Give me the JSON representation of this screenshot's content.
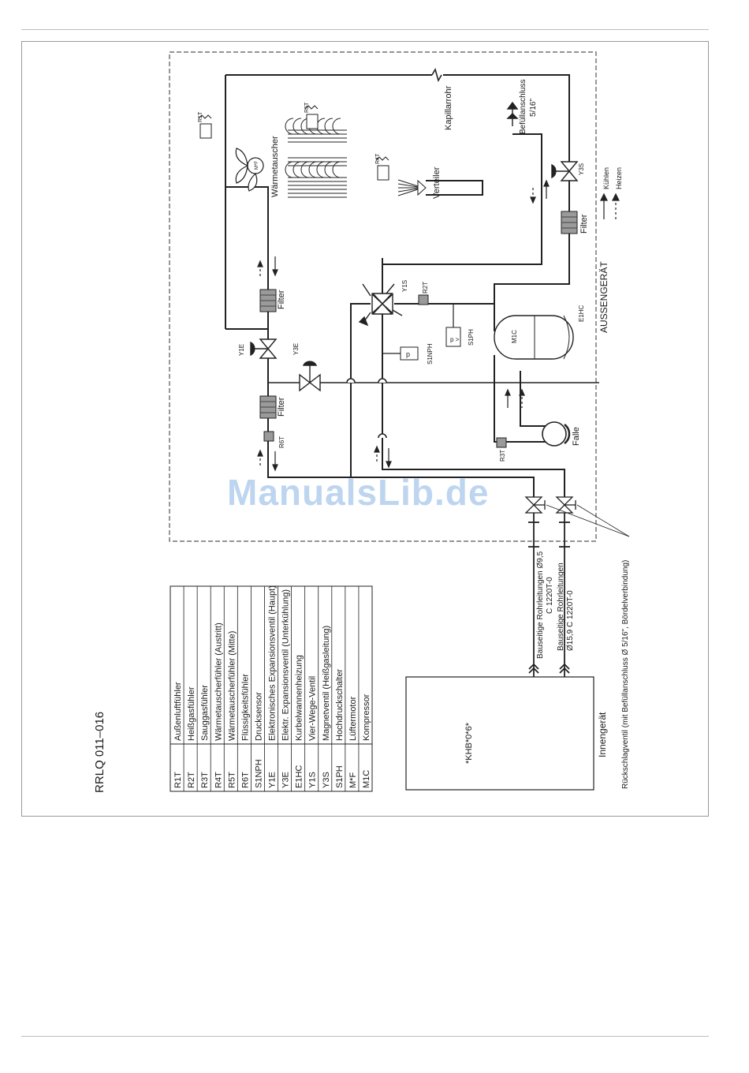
{
  "doc_code": "RRLQ 011–016",
  "legend": [
    {
      "code": "R1T",
      "desc": "Außenluftfühler"
    },
    {
      "code": "R2T",
      "desc": "Heißgasfühler"
    },
    {
      "code": "R3T",
      "desc": "Sauggasfühler"
    },
    {
      "code": "R4T",
      "desc": "Wärmetauscherfühler (Austritt)"
    },
    {
      "code": "R5T",
      "desc": "Wärmetauscherfühler (Mitte)"
    },
    {
      "code": "R6T",
      "desc": "Flüssigkeitsfühler"
    },
    {
      "code": "S1NPH",
      "desc": "Drucksensor"
    },
    {
      "code": "Y1E",
      "desc": "Elektronisches Expansionsventil (Haupt)"
    },
    {
      "code": "Y3E",
      "desc": "Elektr. Expansionsventil (Unterkühlung)"
    },
    {
      "code": "E1HC",
      "desc": "Kurbelwannenheizung"
    },
    {
      "code": "Y1S",
      "desc": "Vier-Wege-Ventil"
    },
    {
      "code": "Y3S",
      "desc": "Magnetventil (Heißgasleitung)"
    },
    {
      "code": "S1PH",
      "desc": "Hochdruckschalter"
    },
    {
      "code": "M*F",
      "desc": "Lüftermotor"
    },
    {
      "code": "M1C",
      "desc": "Kompressor"
    }
  ],
  "labels": {
    "indoor_unit": "Innengerät",
    "indoor_model": "*KHB*0*6*",
    "outdoor_unit": "AUSSENGERÄT",
    "heat_exchanger": "Wärmetauscher",
    "distributor": "Verteiler",
    "capillary": "Kapillarrohr",
    "charge_port": "Befüllanschluss",
    "charge_port_size": "5/16\"",
    "filter": "Filter",
    "muffler": "Falle",
    "pipe_liquid_1": "Bauseitige Rohrleitungen Ø9,5",
    "pipe_liquid_2": "C 1220T-0",
    "pipe_gas_1": "Bauseitige Rohrleitungen",
    "pipe_gas_2": "Ø15,9 C 1220T-0",
    "check_valve": "Rückschlagventil (mit Befüllanschluss Ø 5/16\", Bördelverbindung)",
    "cooling": "Kühlen",
    "heating": "Heizen",
    "tag_r1t": "R1T",
    "tag_r2t": "R2T",
    "tag_r3t": "R3T",
    "tag_r4t": "R4T",
    "tag_r5t": "R5T",
    "tag_r6t": "R6T",
    "tag_y1e": "Y1E",
    "tag_y3e": "Y3E",
    "tag_y1s": "Y1S",
    "tag_y3s": "Y3S",
    "tag_s1nph": "S1NPH",
    "tag_s1ph": "S1PH",
    "tag_e1hc": "E1HC",
    "tag_m1c": "M1C",
    "tag_mf": "M*F"
  },
  "watermark": "ManualsLib.de"
}
